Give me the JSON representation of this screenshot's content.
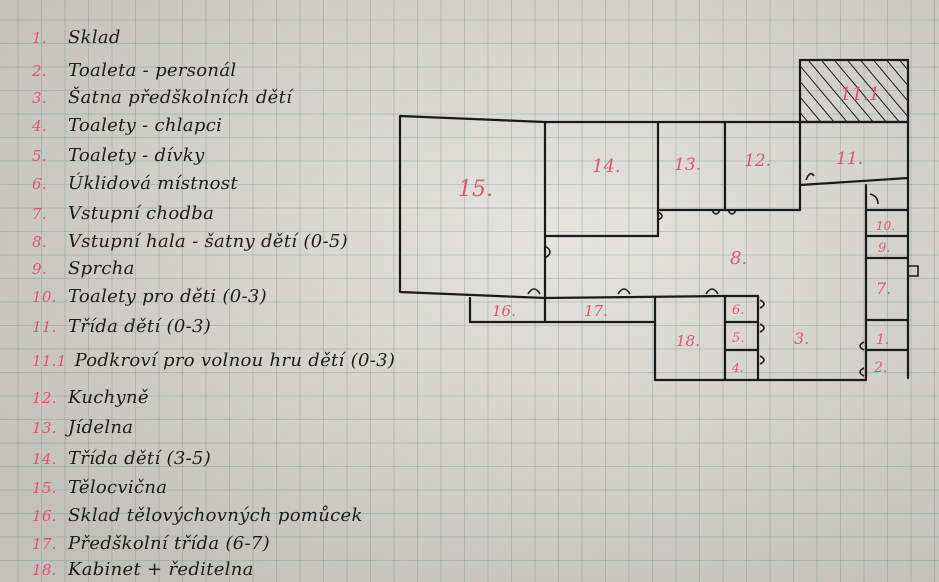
{
  "legend": [
    {
      "num": "1.",
      "label": "Sklad"
    },
    {
      "num": "2.",
      "label": "Toaleta - personál"
    },
    {
      "num": "3.",
      "label": "Šatna předškolních dětí"
    },
    {
      "num": "4.",
      "label": "Toalety - chlapci"
    },
    {
      "num": "5.",
      "label": "Toalety - dívky"
    },
    {
      "num": "6.",
      "label": "Úklidová místnost"
    },
    {
      "num": "7.",
      "label": "Vstupní chodba"
    },
    {
      "num": "8.",
      "label": "Vstupní hala - šatny dětí (0-5)"
    },
    {
      "num": "9.",
      "label": "Sprcha"
    },
    {
      "num": "10.",
      "label": "Toalety pro děti (0-3)"
    },
    {
      "num": "11.",
      "label": "Třída dětí (0-3)"
    },
    {
      "num": "11.1",
      "label": "Podkroví pro volnou hru dětí (0-3)"
    },
    {
      "num": "12.",
      "label": "Kuchyně"
    },
    {
      "num": "13.",
      "label": "Jídelna"
    },
    {
      "num": "14.",
      "label": "Třída dětí (3-5)"
    },
    {
      "num": "15.",
      "label": "Tělocvična"
    },
    {
      "num": "16.",
      "label": "Sklad tělovýchovných pomůcek"
    },
    {
      "num": "17.",
      "label": "Předškolní třída (6-7)"
    },
    {
      "num": "18.",
      "label": "Kabinet + ředitelna"
    }
  ],
  "plan": {
    "rooms": [
      {
        "id": "15",
        "label": "15."
      },
      {
        "id": "14",
        "label": "14."
      },
      {
        "id": "13",
        "label": "13."
      },
      {
        "id": "12",
        "label": "12."
      },
      {
        "id": "11",
        "label": "11."
      },
      {
        "id": "11_1",
        "label": "11.1"
      },
      {
        "id": "10",
        "label": "10."
      },
      {
        "id": "9",
        "label": "9."
      },
      {
        "id": "8",
        "label": "8."
      },
      {
        "id": "7",
        "label": "7."
      },
      {
        "id": "16",
        "label": "16."
      },
      {
        "id": "17",
        "label": "17."
      },
      {
        "id": "18",
        "label": "18."
      },
      {
        "id": "6",
        "label": "6."
      },
      {
        "id": "5",
        "label": "5."
      },
      {
        "id": "4",
        "label": "4."
      },
      {
        "id": "3",
        "label": "3."
      },
      {
        "id": "1",
        "label": "1."
      },
      {
        "id": "2",
        "label": "2."
      }
    ]
  },
  "colors": {
    "ink": "#1a1a1a",
    "red_ink": "#e0556a",
    "paper": "#d9d6cf"
  }
}
